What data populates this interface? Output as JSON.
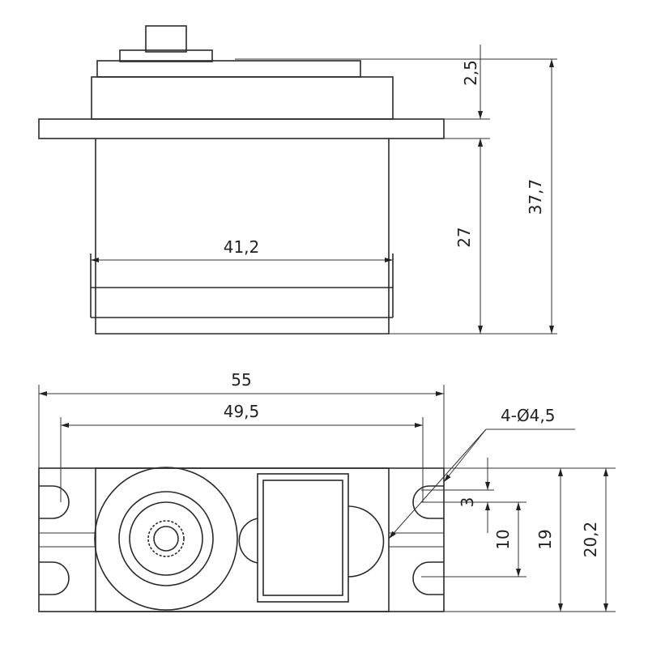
{
  "side_view": {
    "dims": {
      "top_gap": "2,5",
      "body_height": "27",
      "total_height": "37,7",
      "body_width": "41,2"
    }
  },
  "top_view": {
    "dims": {
      "overall_length": "55",
      "hole_spacing": "49,5",
      "holes": "4-Ø4,5",
      "slot_width": "3",
      "slot_spacing": "10",
      "body_width": "19",
      "flange_width": "20,2"
    }
  },
  "colors": {
    "line": "#2a2a2a",
    "background": "#ffffff"
  }
}
